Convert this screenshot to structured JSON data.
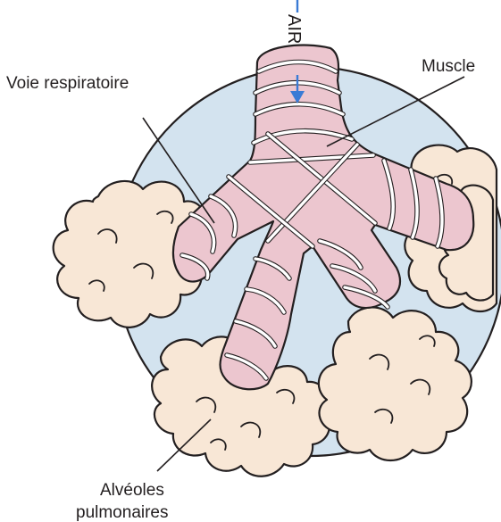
{
  "labels": {
    "airway": "Voie respiratoire",
    "muscle": "Muscle",
    "alveoli_line1": "Alvéoles",
    "alveoli_line2": "pulmonaires",
    "air": "AIR"
  },
  "colors": {
    "background_circle": "#d3e3ef",
    "airway_fill": "#ecc6cf",
    "alveoli_fill": "#f8e7d6",
    "muscle_bands": "#ffffff",
    "air_arrow": "#3a7bd5",
    "outline": "#231f20"
  }
}
